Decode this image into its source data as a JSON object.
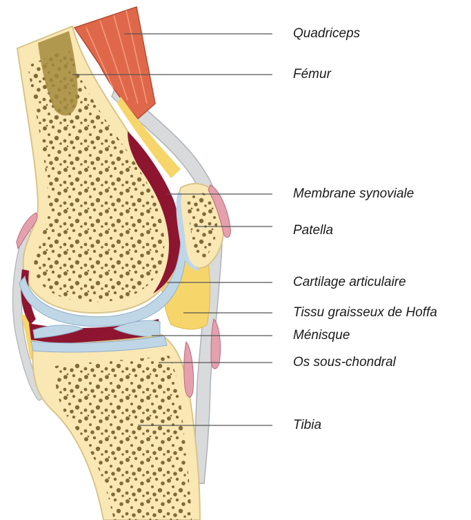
{
  "labels": [
    {
      "id": "quadriceps",
      "text": "Quadriceps"
    },
    {
      "id": "femur",
      "text": "Fémur"
    },
    {
      "id": "membrane",
      "text": "Membrane synoviale"
    },
    {
      "id": "patella",
      "text": "Patella"
    },
    {
      "id": "cartilage",
      "text": "Cartilage articulaire"
    },
    {
      "id": "hoffa",
      "text": "Tissu graisseux de Hoffa"
    },
    {
      "id": "menisque",
      "text": "Ménisque"
    },
    {
      "id": "os",
      "text": "Os sous-chondral"
    },
    {
      "id": "tibia",
      "text": "Tibia"
    }
  ],
  "colors": {
    "bone": "#f9e7b4",
    "bone_outline": "#d8c48a",
    "pores": "#6b5420",
    "marrow": "#a58a3d",
    "muscle": "#e0684a",
    "muscle_stripe": "#f29a7c",
    "tendon": "#d8dadc",
    "synovium": "#8e1530",
    "cartilage": "#bfd6e6",
    "fat": "#f6d66a",
    "bursa": "#e5a0ad",
    "leader": "#555555"
  }
}
